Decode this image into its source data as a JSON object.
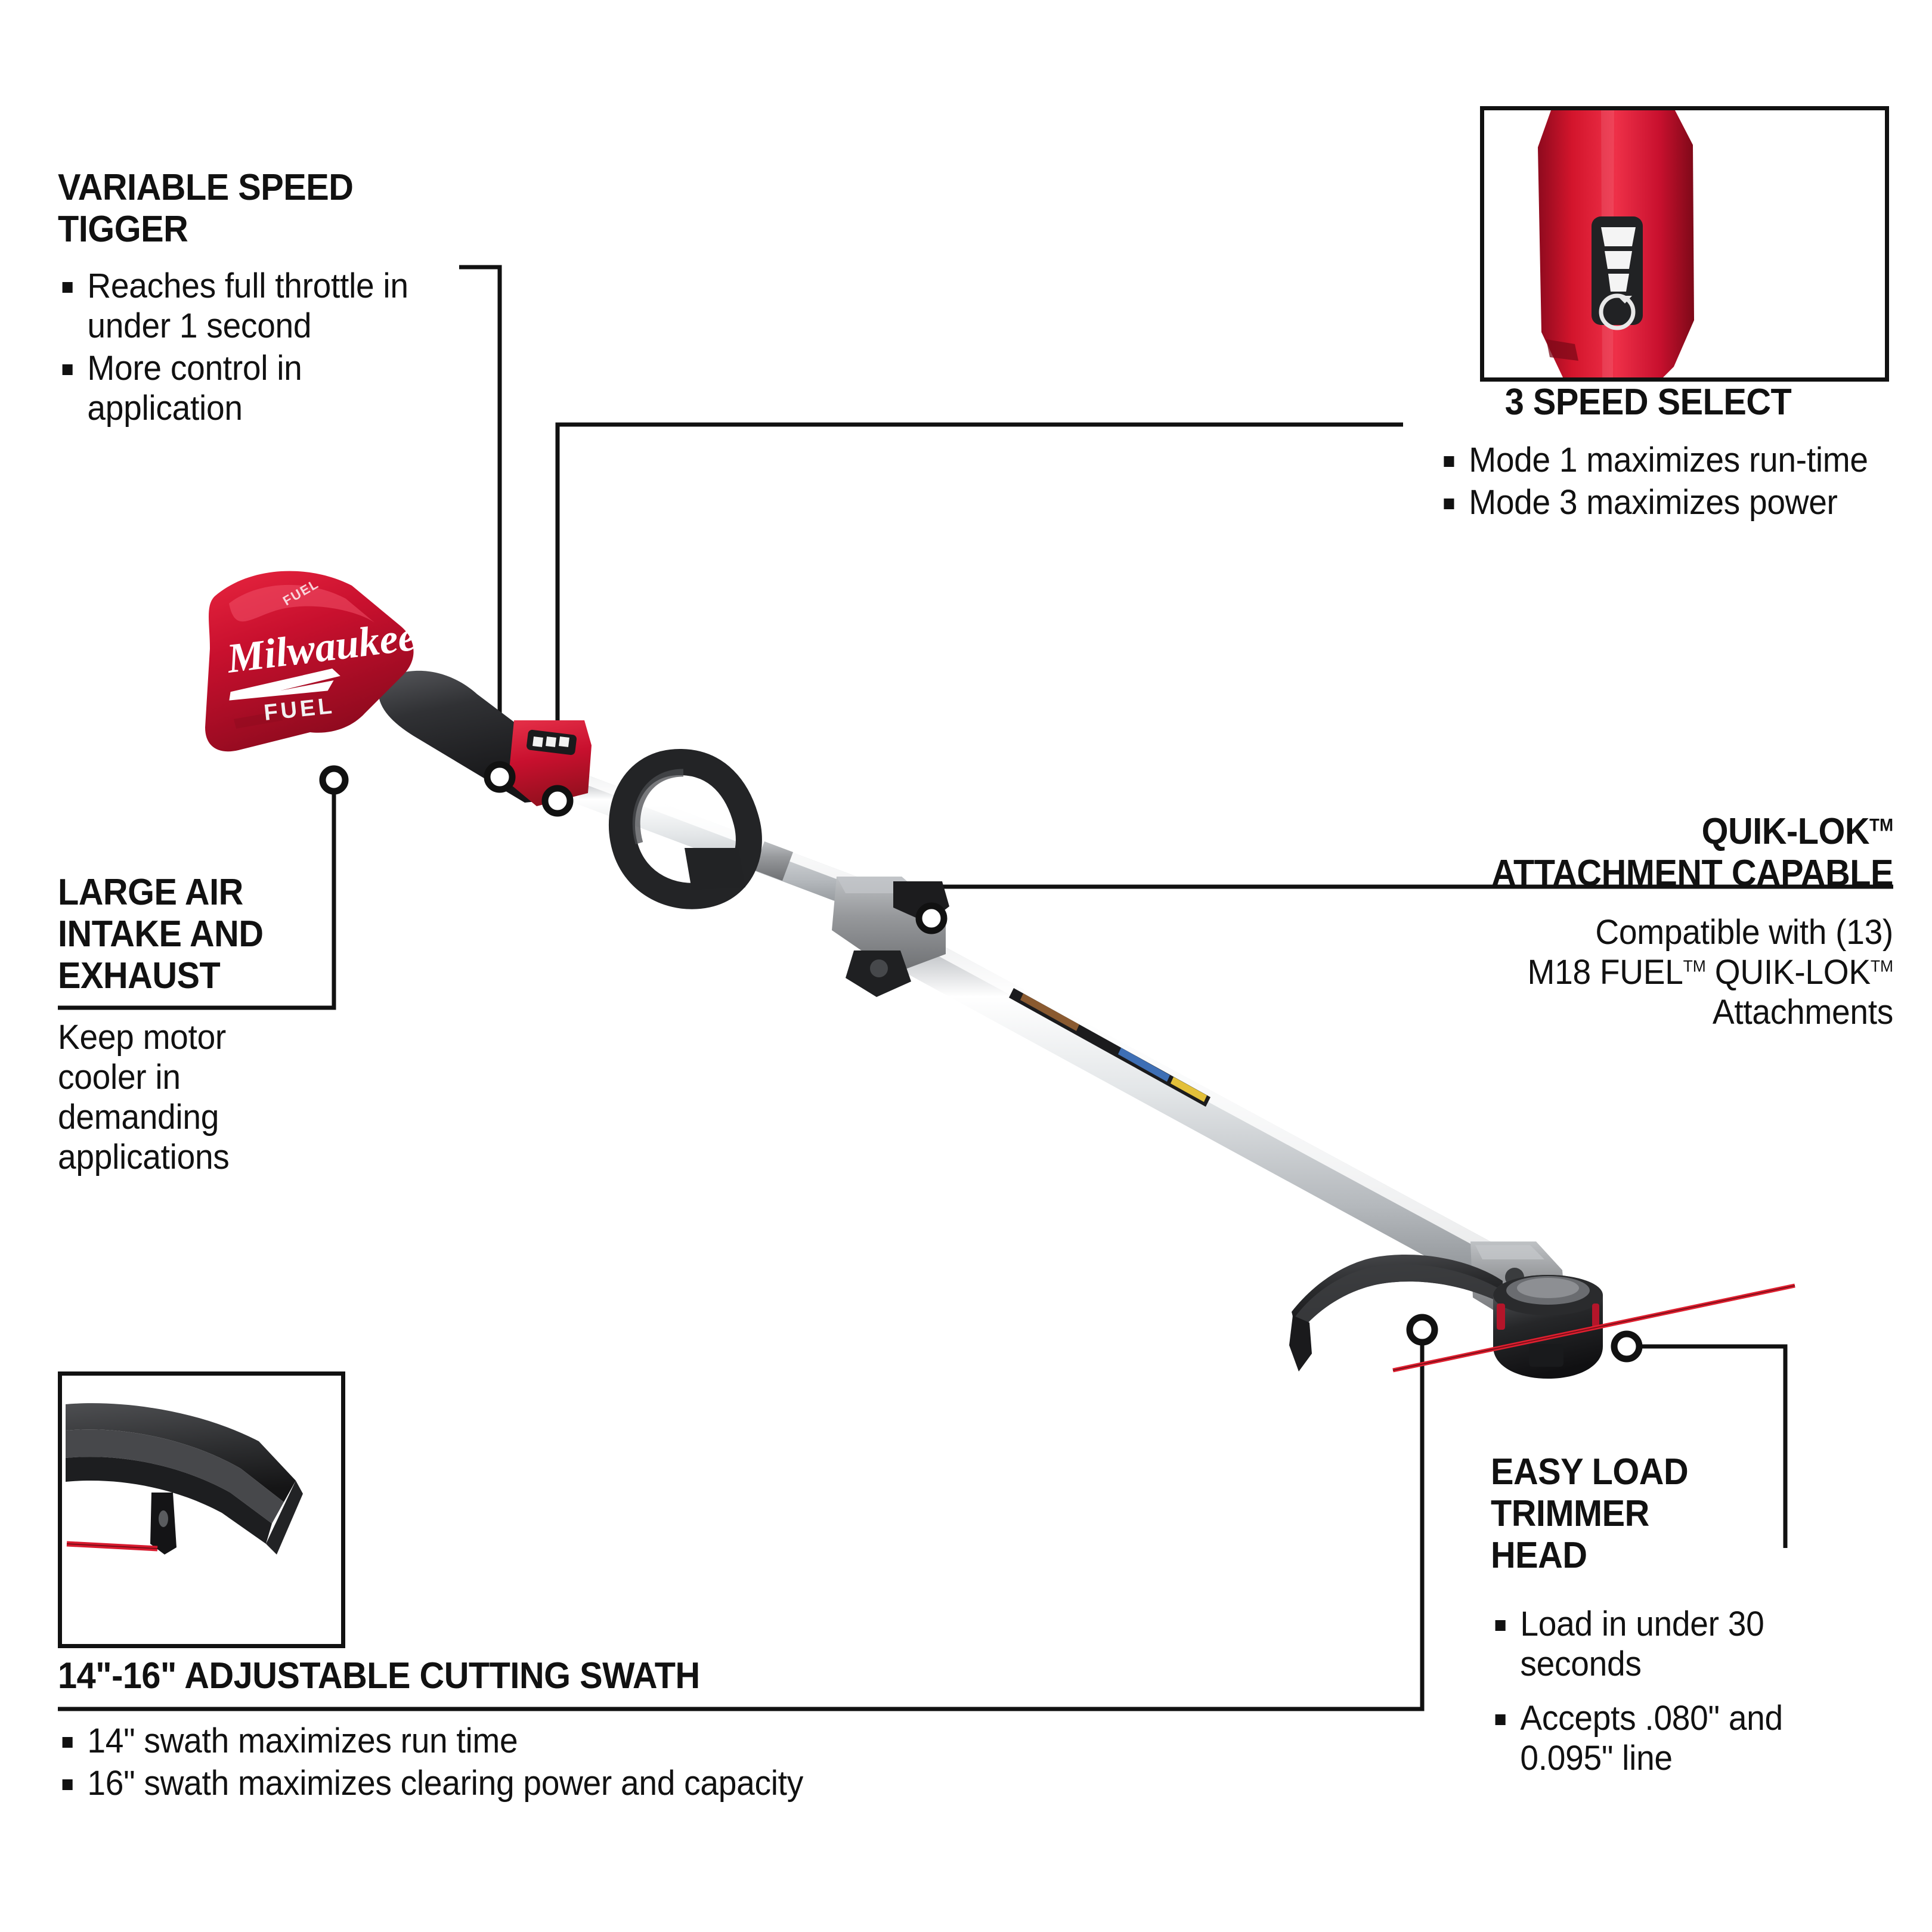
{
  "product": {
    "brand": "Milwaukee",
    "sub_brand": "FUEL",
    "colors": {
      "brand_red": "#C8102E",
      "red_highlight": "#E8253F",
      "red_shadow": "#8E0A1E",
      "housing_black": "#2B2B2D",
      "shaft_silver": "#D8DADC",
      "coupler_grey": "#9A9DA0",
      "line_red": "#E02030",
      "rule_black": "#111111"
    }
  },
  "callouts": [
    {
      "id": "variable-speed-trigger",
      "heading": "VARIABLE SPEED\nTIGGER",
      "style": "bullets",
      "items": [
        "Reaches full throttle in under 1 second",
        "More control in application"
      ]
    },
    {
      "id": "three-speed-select",
      "heading": "3 SPEED SELECT",
      "style": "bullets",
      "items": [
        "Mode 1 maximizes run-time",
        "Mode 3 maximizes power"
      ]
    },
    {
      "id": "large-air-intake-exhaust",
      "heading": "LARGE AIR\nINTAKE AND\nEXHAUST",
      "style": "plain",
      "body": "Keep motor cooler in demanding applications"
    },
    {
      "id": "quik-lok-attachment-capable",
      "heading_line1": "QUIK-LOK",
      "heading_line2": "ATTACHMENT CAPABLE",
      "style": "plain",
      "body_line1": "Compatible with (13)",
      "body_line2_a": "M18 FUEL",
      "body_line2_b": "QUIK-LOK",
      "body_line3": "Attachments",
      "tm": "TM"
    },
    {
      "id": "easy-load-trimmer-head",
      "heading": "EASY LOAD\nTRIMMER\nHEAD",
      "style": "bullets",
      "items": [
        "Load in under 30 seconds",
        "Accepts .080\" and 0.095\" line"
      ]
    },
    {
      "id": "adjustable-cutting-swath",
      "heading": "14\"-16\" ADJUSTABLE CUTTING SWATH",
      "style": "bullets",
      "items": [
        "14\" swath maximizes run time",
        "16\" swath maximizes clearing power and capacity"
      ]
    }
  ],
  "insets": [
    {
      "id": "speed-select-inset",
      "depicts": "speed-selector-pad-photo",
      "bars": 3,
      "button": "mode-cycle-button"
    },
    {
      "id": "cutting-swath-inset",
      "depicts": "trimmer-guard-photo",
      "line_color": "#E02030"
    }
  ]
}
